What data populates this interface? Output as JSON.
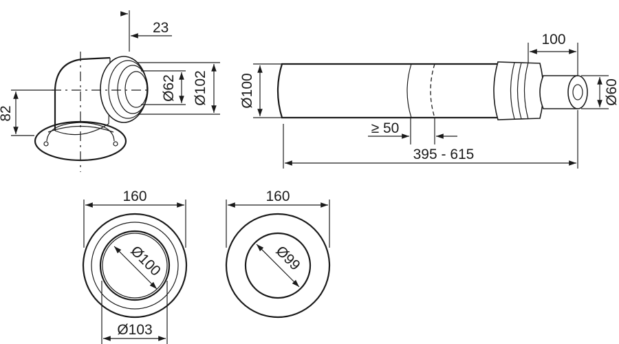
{
  "elbow": {
    "dim_offset": "23",
    "dim_inner_dia": "Ø62",
    "dim_outer_dia": "Ø102",
    "dim_height": "82"
  },
  "pipe": {
    "dim_dia": "Ø100",
    "dim_end_length": "100",
    "dim_end_dia": "Ø60",
    "dim_overlap": "≥ 50",
    "dim_length": "395 - 615"
  },
  "rosette_left": {
    "dim_outer": "160",
    "dim_inner": "Ø100",
    "dim_bottom": "Ø103"
  },
  "rosette_right": {
    "dim_outer": "160",
    "dim_inner": "Ø99"
  }
}
